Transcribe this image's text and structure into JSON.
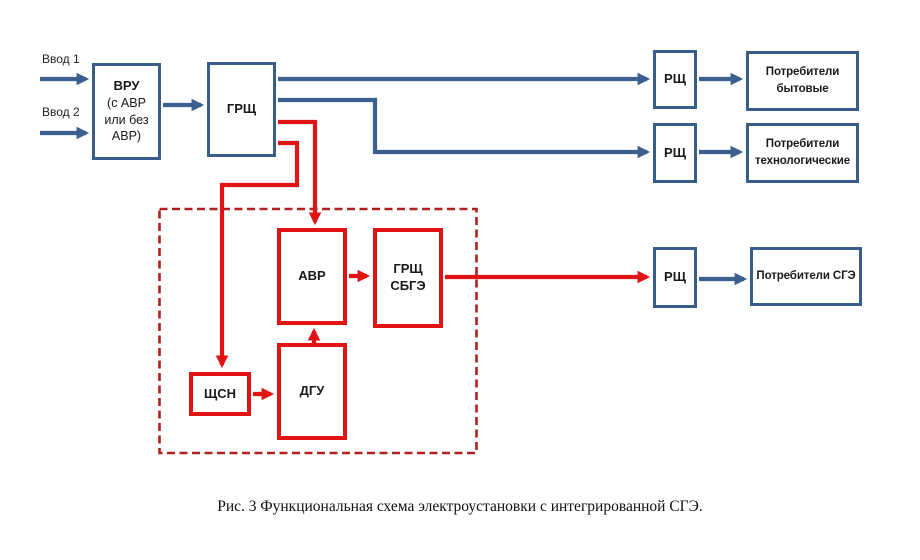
{
  "colors": {
    "blue_line": "#3b608f",
    "blue_border": "#385d89",
    "red_line": "#e01414",
    "dashed_red": "#b02020"
  },
  "labels": {
    "input1": "Ввод 1",
    "input2": "Ввод 2"
  },
  "boxes": {
    "vru_title": "ВРУ",
    "vru_sub": "(с АВР\nили без\nАВР)",
    "grshch": "ГРЩ",
    "rshch1": "РЩ",
    "rshch2": "РЩ",
    "rshch3": "РЩ",
    "consumers_household": "Потребители\nбытовые",
    "consumers_tech": "Потребители\nтехнологические",
    "consumers_sge": "Потребители СГЭ",
    "avr": "АВР",
    "grshch_sbge": "ГРЩ\nСБГЭ",
    "shchsn": "ЩСН",
    "dgu": "ДГУ"
  },
  "caption": "Рис. 3 Функциональная схема электроустановки с интегрированной СГЭ."
}
